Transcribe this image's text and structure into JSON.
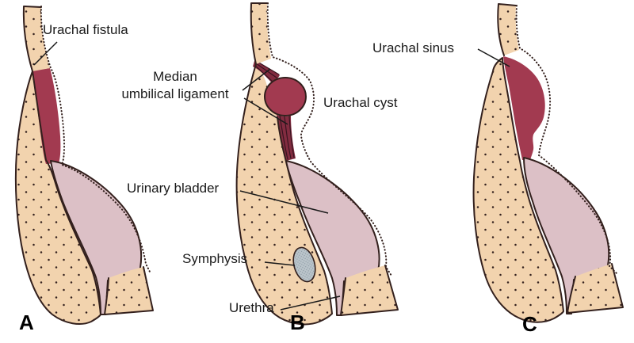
{
  "figure": {
    "description": "Urachal anomalies diagram, three sagittal sections"
  },
  "colors": {
    "background": "#ffffff",
    "body_wall": "#f2d3ae",
    "bladder": "#dcc0c6",
    "urachal_red": "#a23a50",
    "ligament_red": "#822c40",
    "outline": "#33201d",
    "symphysis_fill": "#bac4ca",
    "symphysis_dot": "#8795a0",
    "label_text": "#1a1a1a"
  },
  "panel_a": {
    "letter": "A",
    "annotations": {
      "urachal_fistula": "Urachal fistula"
    }
  },
  "panel_b": {
    "letter": "B",
    "annotations": {
      "median_umbilical_ligament_line1": "Median",
      "median_umbilical_ligament_line2": "umbilical ligament",
      "urachal_cyst": "Urachal cyst",
      "urinary_bladder": "Urinary bladder",
      "symphysis": "Symphysis",
      "urethra": "Urethra"
    }
  },
  "panel_c": {
    "letter": "C",
    "annotations": {
      "urachal_sinus": "Urachal sinus"
    }
  }
}
